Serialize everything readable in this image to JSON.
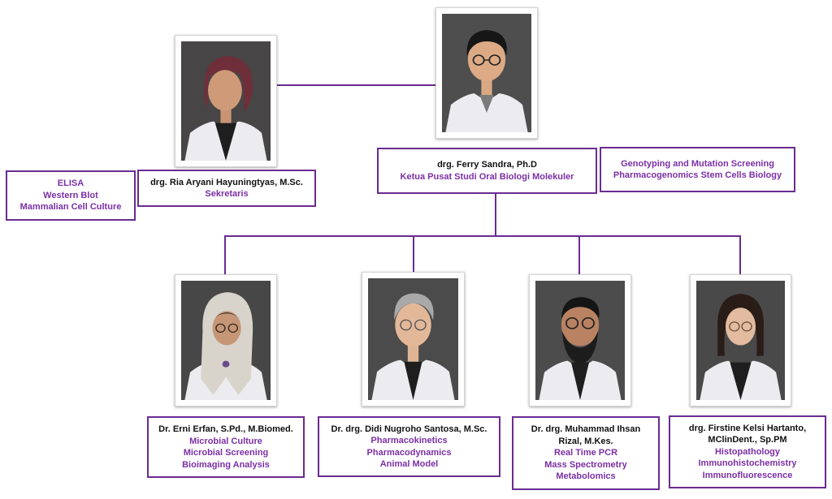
{
  "colors": {
    "accent": "#6a2c91",
    "text_purple": "#7b2fa5",
    "name_text": "#111111"
  },
  "head": {
    "name": "drg. Ferry Sandra, Ph.D",
    "role": "Ketua Pusat Studi Oral Biologi Molekuler",
    "skills": [
      "Genotyping and Mutation Screening",
      "Pharmacogenomics Stem Cells Biology"
    ]
  },
  "secretary": {
    "name": "drg. Ria Aryani Hayuningtyas, M.Sc.",
    "role": "Sekretaris",
    "skills": [
      "ELISA",
      "Western Blot",
      "Mammalian Cell Culture"
    ]
  },
  "members": [
    {
      "name_lines": [
        "Dr. Erni Erfan, S.Pd., M.Biomed."
      ],
      "skills": [
        "Microbial Culture",
        "Microbial Screening",
        "Bioimaging Analysis"
      ]
    },
    {
      "name_lines": [
        "Dr. drg. Didi Nugroho Santosa, M.Sc."
      ],
      "skills": [
        "Pharmacokinetics",
        "Pharmacodynamics",
        "Animal Model"
      ]
    },
    {
      "name_lines": [
        "Dr. drg. Muhammad Ihsan",
        "Rizal, M.Kes."
      ],
      "skills": [
        "Real Time PCR",
        "Mass Spectrometry",
        "Metabolomics"
      ]
    },
    {
      "name_lines": [
        "drg. Firstine Kelsi Hartanto,",
        "MClinDent., Sp.PM"
      ],
      "skills": [
        "Histopathology",
        "Immunohistochemistry",
        "Immunofluorescence"
      ]
    }
  ]
}
